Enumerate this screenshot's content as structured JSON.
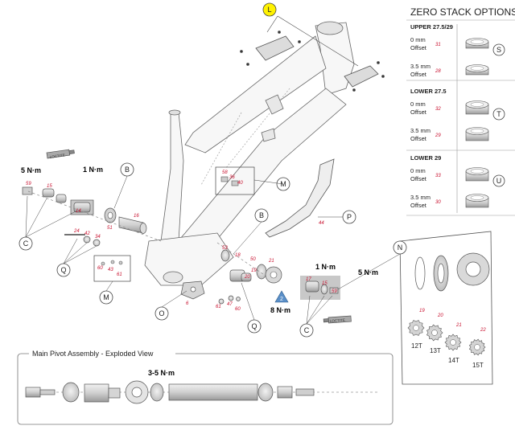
{
  "zero_stack": {
    "title": "ZERO STACK OPTIONS",
    "groups": [
      {
        "header": "UPPER 27.5/29",
        "letter": "S",
        "rows": [
          {
            "offset_value": "0 mm",
            "offset_word": "Offset",
            "part": "31"
          },
          {
            "offset_value": "3.5 mm",
            "offset_word": "Offset",
            "part": "28"
          }
        ]
      },
      {
        "header": "LOWER 27.5",
        "letter": "T",
        "rows": [
          {
            "offset_value": "0 mm",
            "offset_word": "Offset",
            "part": "32"
          },
          {
            "offset_value": "3.5 mm",
            "offset_word": "Offset",
            "part": "29"
          }
        ]
      },
      {
        "header": "LOWER 29",
        "letter": "U",
        "rows": [
          {
            "offset_value": "0 mm",
            "offset_word": "Offset",
            "part": "33"
          },
          {
            "offset_value": "3.5 mm",
            "offset_word": "Offset",
            "part": "30"
          }
        ]
      }
    ]
  },
  "callouts": {
    "L": "L",
    "B1": "B",
    "B2": "B",
    "M1": "M",
    "M2": "M",
    "P": "P",
    "N": "N",
    "C1": "C",
    "C2": "C",
    "Q1": "Q",
    "Q2": "Q",
    "O": "O"
  },
  "torques": {
    "left_5": "5 N·m",
    "left_1": "1 N·m",
    "right_1": "1 N·m",
    "right_5": "5 N·m",
    "nut_8": "8 N·m",
    "nut_badge": "2",
    "main_pivot": "3-5 N·m"
  },
  "tool_label": "LOCTITE",
  "part_numbers": {
    "p59a": "59",
    "p15a": "15",
    "p14": "14",
    "p51": "51",
    "p16": "16",
    "p24": "24",
    "p42": "42",
    "p34": "34",
    "p60a": "60",
    "p43": "43",
    "p61a": "61",
    "p58": "58",
    "p36": "36",
    "p40": "40",
    "p44": "44",
    "p53": "53",
    "p18": "18",
    "p50": "50",
    "p21": "21",
    "p19": "19",
    "p20": "20",
    "p6": "6",
    "p61b": "61",
    "p47": "47",
    "p60b": "60",
    "p17": "17",
    "p15b": "15",
    "p59b": "59"
  },
  "cogs": [
    {
      "part": "19",
      "teeth": "12T"
    },
    {
      "part": "20",
      "teeth": "13T"
    },
    {
      "part": "21",
      "teeth": "14T"
    },
    {
      "part": "22",
      "teeth": "15T"
    }
  ],
  "main_pivot": {
    "title": "Main Pivot Assembly - Exploded View"
  },
  "colors": {
    "callout_highlight": "#fff200",
    "part_number": "#c8102e",
    "badge": "#5a8fc8",
    "frame_line": "#555555"
  }
}
